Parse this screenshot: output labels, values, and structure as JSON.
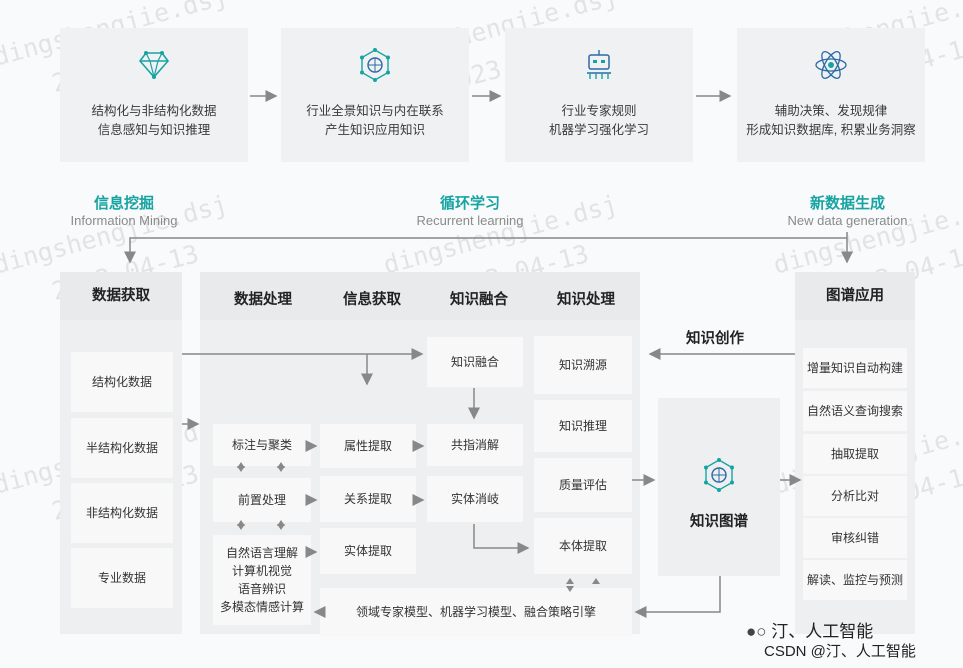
{
  "top_row": [
    {
      "line1": "结构化与非结构化数据",
      "line2": "信息感知与知识推理",
      "icon": "diamond-icon"
    },
    {
      "line1": "行业全景知识与内在联系",
      "line2": "产生知识应用知识",
      "icon": "network-globe-icon"
    },
    {
      "line1": "行业专家规则",
      "line2": "机器学习强化学习",
      "icon": "robot-icon"
    },
    {
      "line1": "辅助决策、发现规律",
      "line2": "形成知识数据库, 积累业务洞察",
      "icon": "atom-icon"
    }
  ],
  "phases": [
    {
      "title": "信息挖掘",
      "subtitle": "Information Mining"
    },
    {
      "title": "循环学习",
      "subtitle": "Recurrent learning"
    },
    {
      "title": "新数据生成",
      "subtitle": "New data generation"
    }
  ],
  "acquisition": {
    "header": "数据获取",
    "items": [
      "结构化数据",
      "半结构化数据",
      "非结构化数据",
      "专业数据"
    ]
  },
  "middle_headers": [
    "数据处理",
    "信息获取",
    "知识融合",
    "知识处理"
  ],
  "data_processing": {
    "items": [
      "标注与聚类",
      "前置处理"
    ],
    "nlp_lines": [
      "自然语言理解",
      "计算机视觉",
      "语音辨识",
      "多模态情感计算"
    ]
  },
  "info_extraction": [
    "属性提取",
    "关系提取",
    "实体提取"
  ],
  "knowledge_fusion": [
    "知识融合",
    "共指消解",
    "实体消岐"
  ],
  "knowledge_processing": [
    "知识溯源",
    "知识推理",
    "质量评估",
    "本体提取"
  ],
  "knowledge_creation": "知识创作",
  "knowledge_graph": {
    "label": "知识图谱",
    "icon": "network-globe-icon"
  },
  "domain_models": "领域专家模型、机器学习模型、融合策略引擎",
  "graph_apps": {
    "header": "图谱应用",
    "items": [
      "增量知识自动构建",
      "自然语义查询搜索",
      "抽取提取",
      "分析比对",
      "审核纠错",
      "解读、监控与预测"
    ]
  },
  "watermark": {
    "line1": "dingshengjie.dsj",
    "line2": "2023-04-13"
  },
  "branding": {
    "wechat": "汀、人工智能",
    "csdn": "CSDN @汀、人工智能"
  },
  "colors": {
    "accent": "#18a3a3",
    "panel": "#eeeff1",
    "card": "#f8f8f9",
    "arrow": "#888888"
  }
}
